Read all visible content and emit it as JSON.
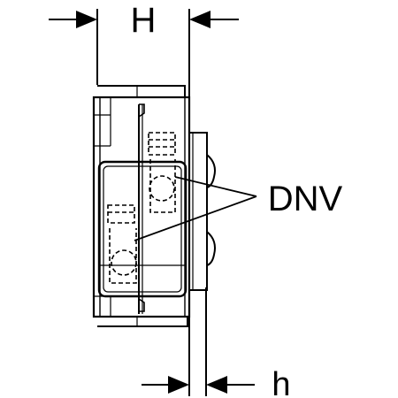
{
  "labels": {
    "dim_width_major": "H",
    "dim_width_minor": "h",
    "callout": "DNV"
  },
  "colors": {
    "line": "#000000",
    "background": "#ffffff"
  }
}
